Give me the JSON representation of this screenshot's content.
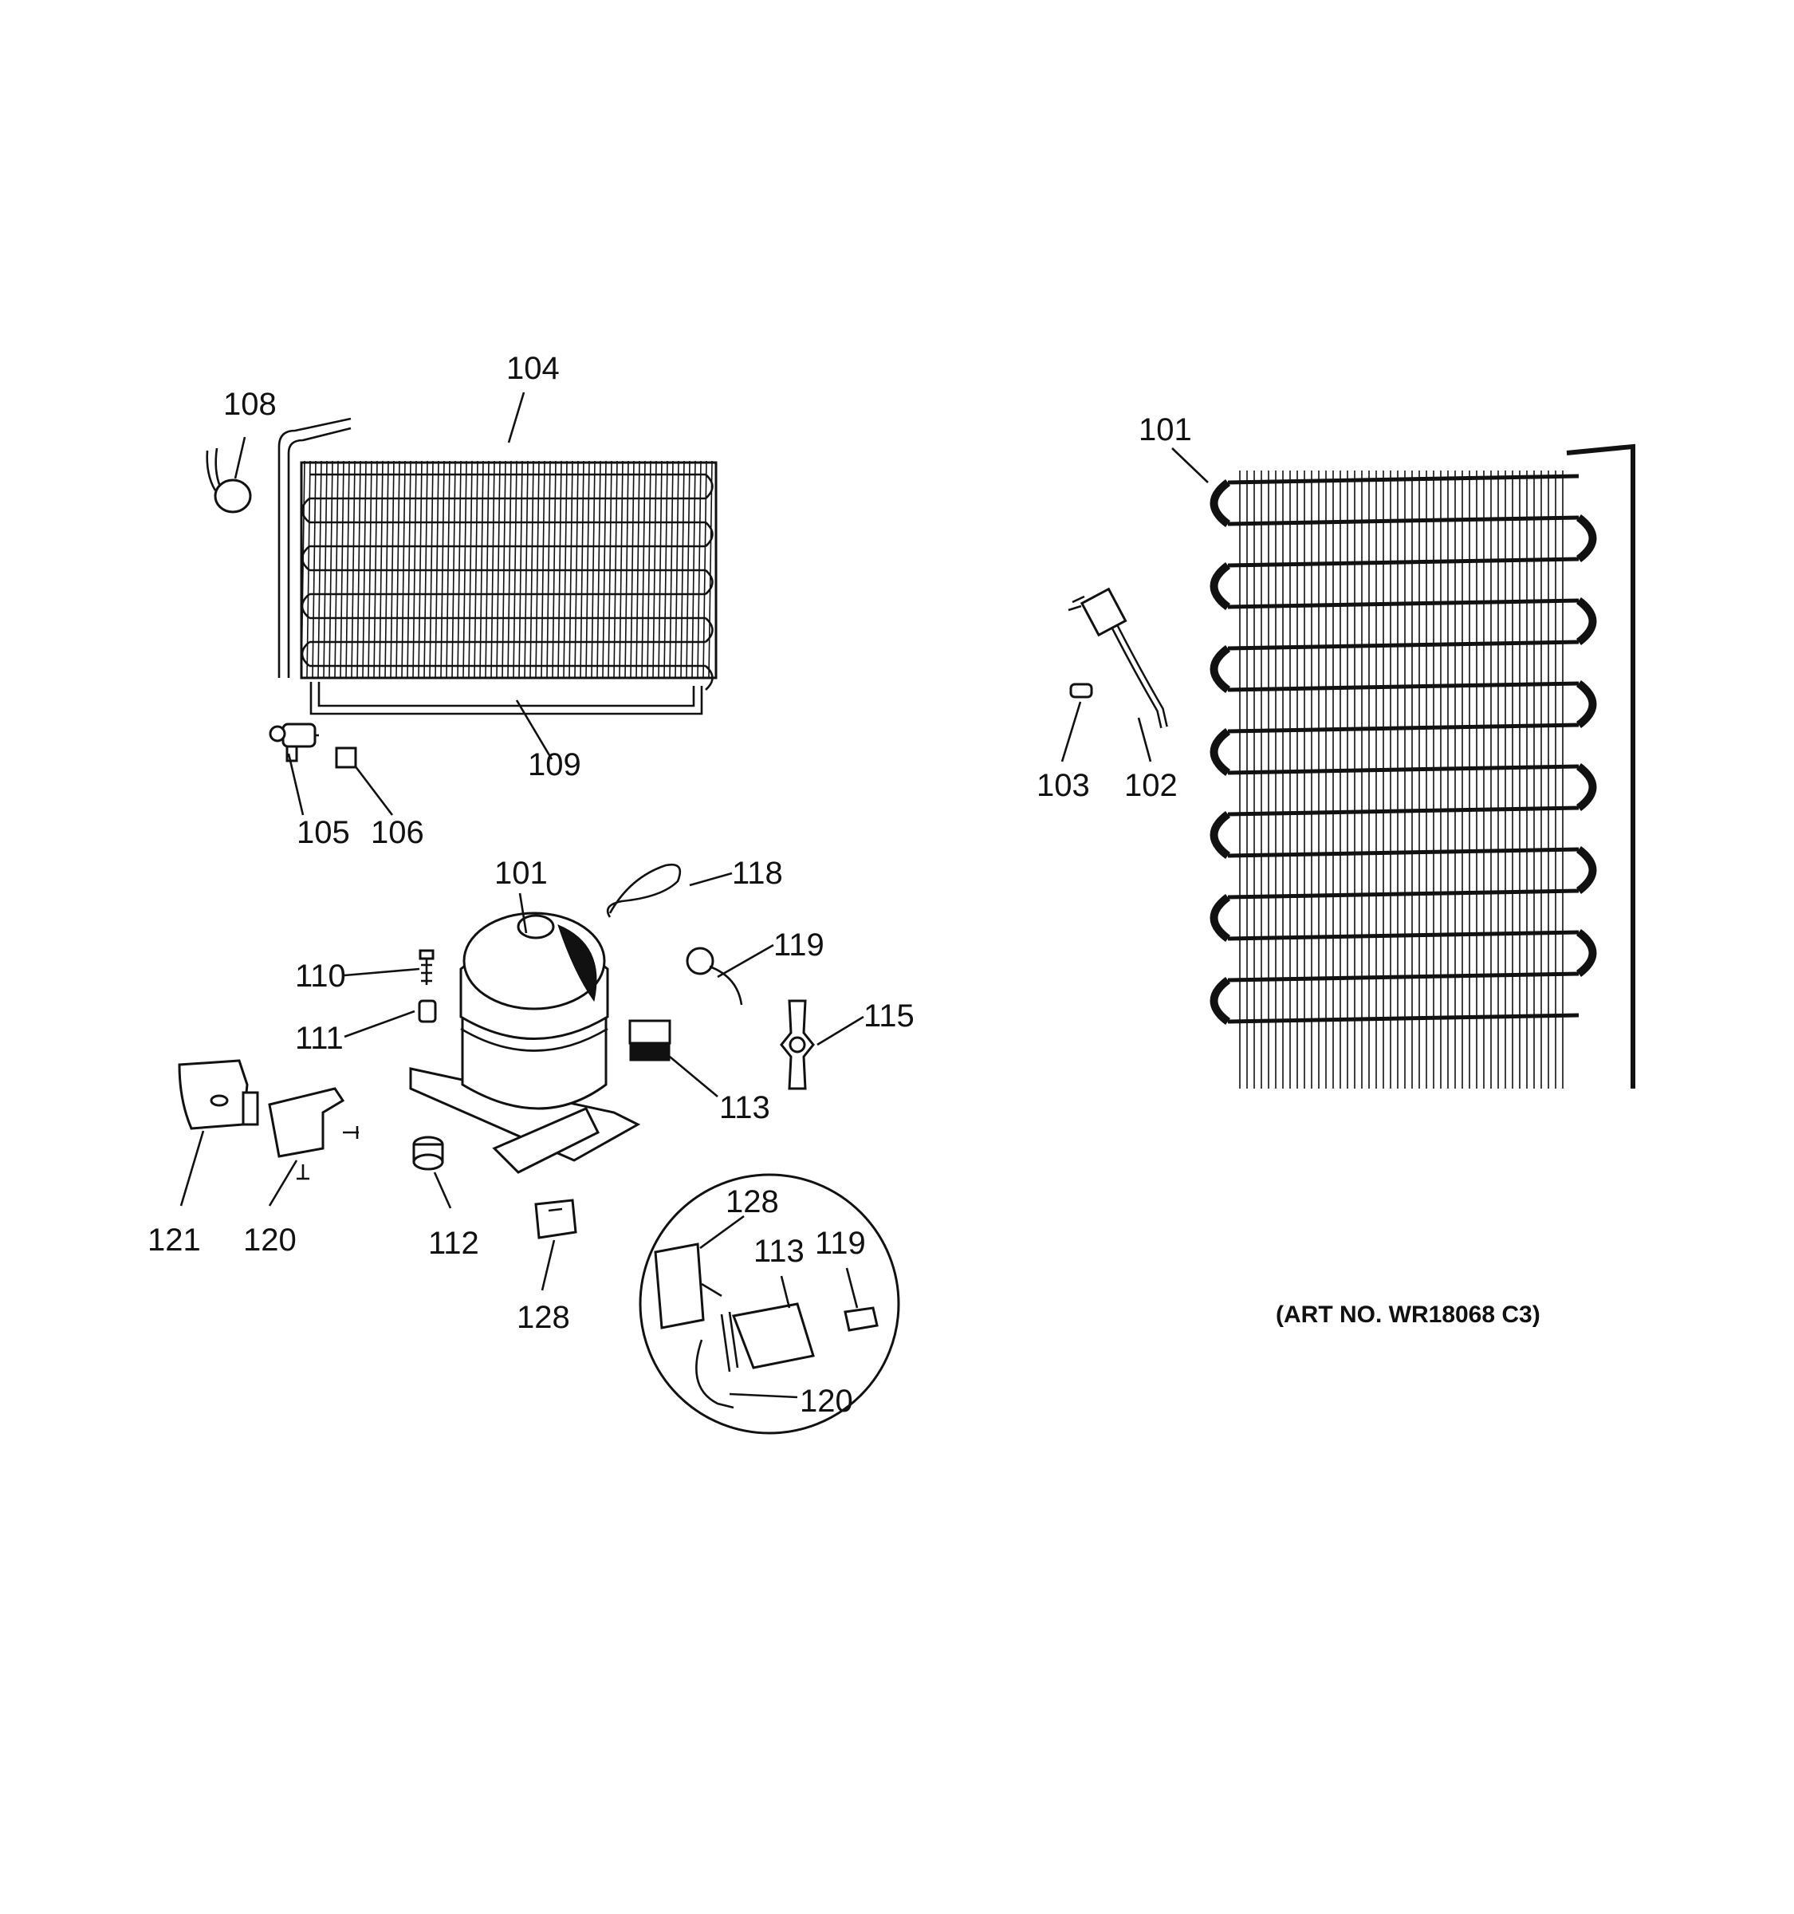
{
  "callouts": {
    "c108": "108",
    "c104": "104",
    "c109": "109",
    "c105": "105",
    "c106": "106",
    "c101a": "101",
    "c118": "118",
    "c119a": "119",
    "c110": "110",
    "c111": "111",
    "c115": "115",
    "c113a": "113",
    "c121": "121",
    "c120a": "120",
    "c112": "112",
    "c128a": "128",
    "c128b": "128",
    "c113b": "113",
    "c119b": "119",
    "c120b": "120",
    "c101b": "101",
    "c103": "103",
    "c102": "102"
  },
  "art_number": "(ART NO. WR18068 C3)"
}
